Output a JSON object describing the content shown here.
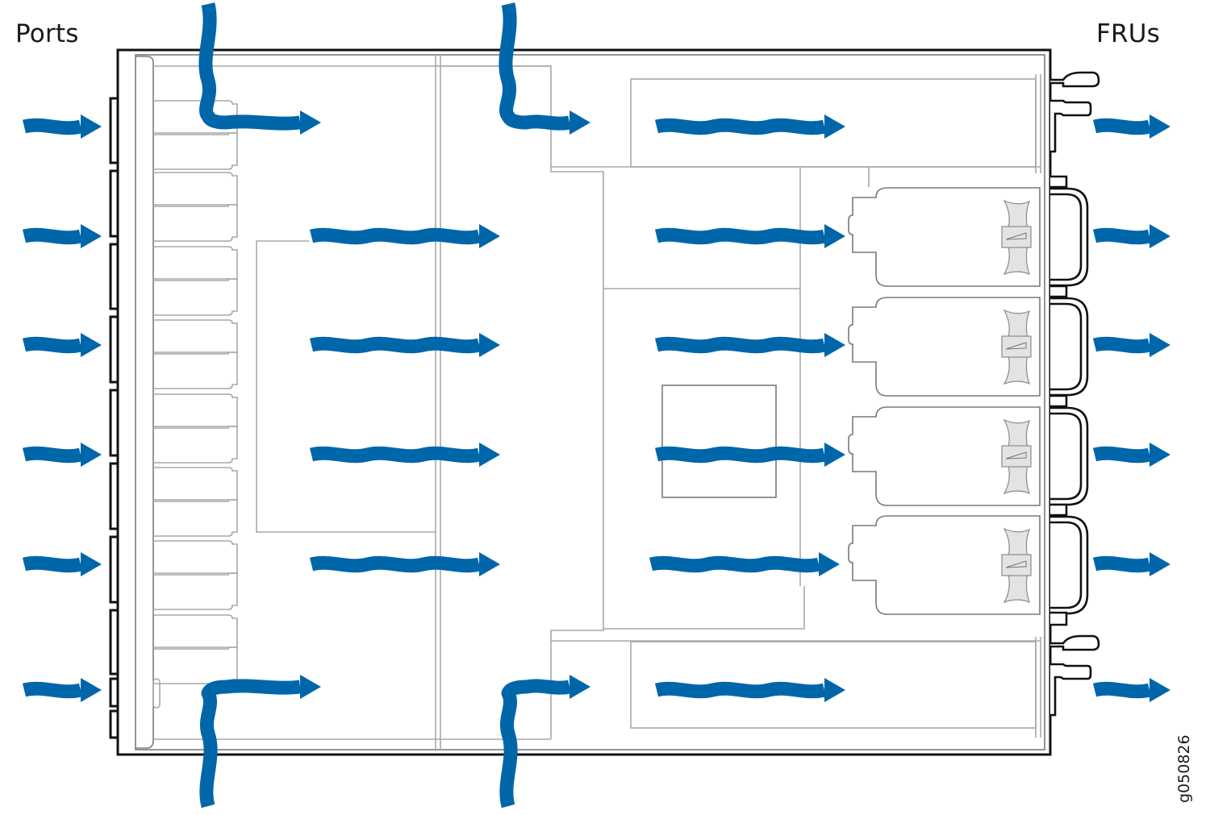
{
  "labels": {
    "intake_side": "Ports",
    "exhaust_side": "FRUs",
    "figure_id": "g050826"
  },
  "colors": {
    "airflow": "#0066aa",
    "chassis_outline": "#111111",
    "internal_lines": "#a8a8a8",
    "fan_blade": "#e3e3e3"
  },
  "diagram": {
    "description": "Top-down chassis airflow diagram: air enters at port side (left), flows through the chassis, and exhausts through the FRU side (right)",
    "fan_modules": 4,
    "power_supplies": 2,
    "airflow_rows": [
      {
        "name": "row-1",
        "segments": [
          "intake",
          "side-inlet-top-left",
          "side-inlet-top-mid",
          "psu-top",
          "exhaust"
        ]
      },
      {
        "name": "row-2",
        "segments": [
          "intake",
          "midplane",
          "fan-1",
          "exhaust"
        ]
      },
      {
        "name": "row-3",
        "segments": [
          "intake",
          "midplane",
          "fan-2",
          "exhaust"
        ]
      },
      {
        "name": "row-4",
        "segments": [
          "intake",
          "midplane",
          "fan-3",
          "exhaust"
        ]
      },
      {
        "name": "row-5",
        "segments": [
          "intake",
          "midplane",
          "fan-4",
          "exhaust"
        ]
      },
      {
        "name": "row-6",
        "segments": [
          "intake",
          "side-inlet-bottom-left",
          "side-inlet-bottom-mid",
          "psu-bottom",
          "exhaust"
        ]
      }
    ]
  }
}
